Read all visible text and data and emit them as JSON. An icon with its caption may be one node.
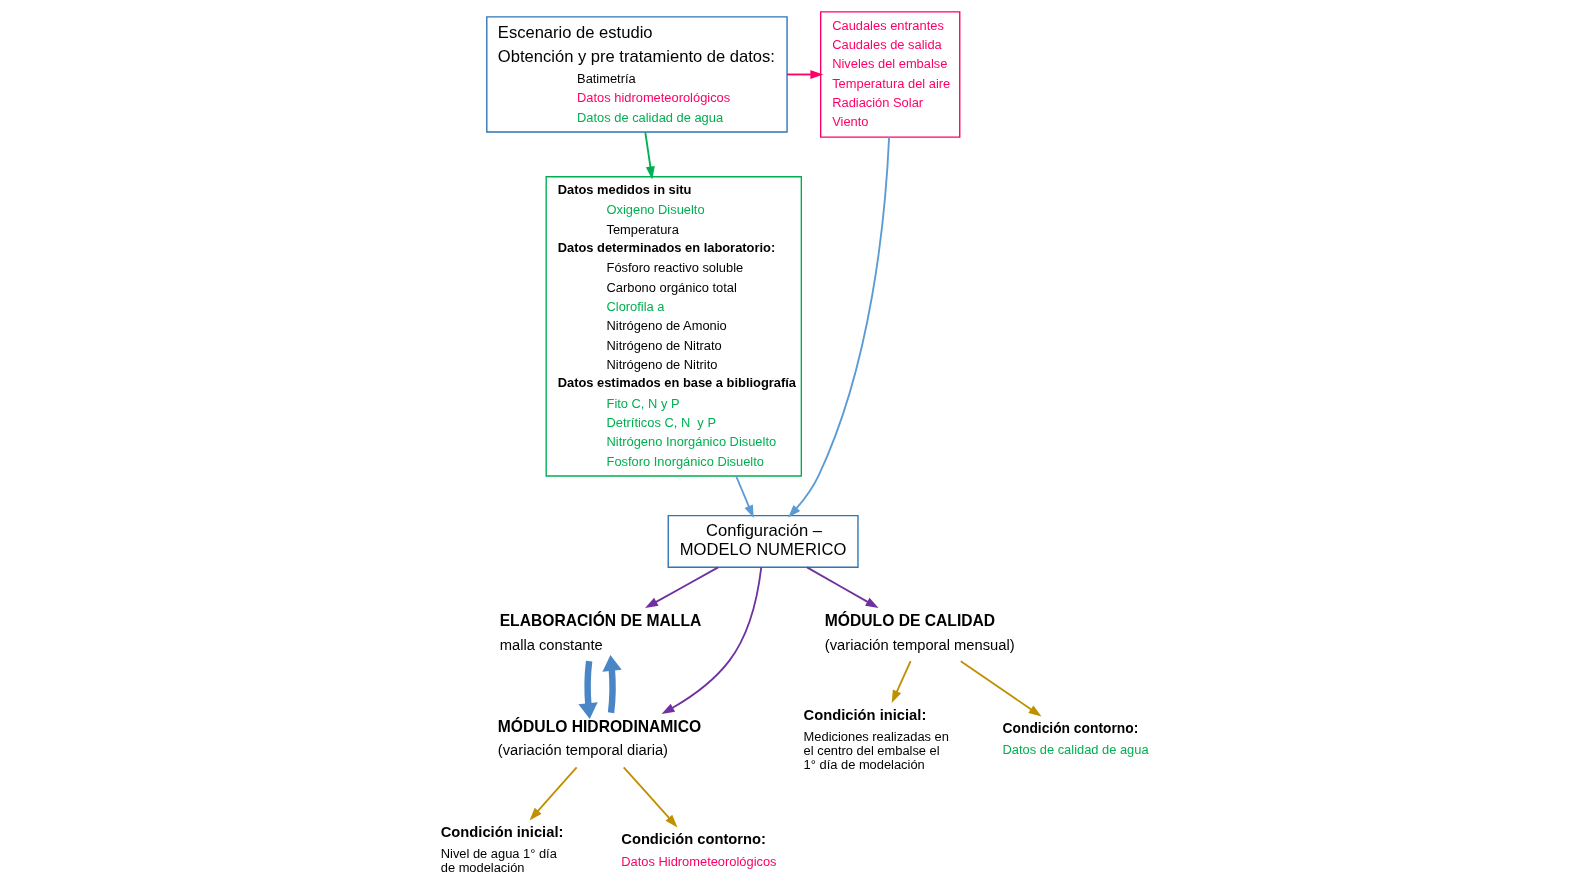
{
  "diagram": {
    "nodes": [
      {
        "text": [
          "Escenario de estudio",
          "Obtención y pre tratamiento de datos:",
          "Batimetría",
          "Datos hidrometeorológicos",
          "Datos de calidad de agua"
        ]
      },
      {
        "text": [
          "Caudales entrantes",
          "Caudales de salida",
          "Niveles del embalse",
          "Temperatura del aire",
          "Radiación Solar",
          "Viento"
        ]
      },
      {
        "text": [
          "Datos medidos in situ",
          "Oxigeno Disuelto",
          "Temperatura",
          "Datos determinados en laboratorio:",
          "Fósforo reactivo soluble",
          "Carbono orgánico total",
          "Clorofila a",
          "Nitrógeno de Amonio",
          "Nitrógeno de Nitrato",
          "Nitrógeno de Nitrito",
          "Datos estimados en base a bibliografía",
          "Fito C, N y P",
          "Detríticos C, N  y P",
          "Nitrógeno Inorgánico Disuelto",
          "Fosforo Inorgánico Disuelto"
        ]
      },
      {
        "text": [
          "Configuración – MODELO NUMERICO"
        ]
      },
      {
        "text": [
          "ELABORACIÓN DE MALLA",
          "malla constante"
        ]
      },
      {
        "text": [
          "MÓDULO HIDRODINAMICO",
          "(variación temporal diaria)"
        ]
      },
      {
        "text": [
          "MÓDULO DE CALIDAD",
          "(variación temporal mensual)"
        ]
      },
      {
        "text": [
          "Condición inicial:",
          "Mediciones realizadas en el centro del embalse el 1° día de modelación"
        ]
      },
      {
        "text": [
          "Condición contorno:",
          "Datos de calidad de agua"
        ]
      },
      {
        "text": [
          "Condición inicial:",
          "Nivel de agua 1° día de modelación"
        ]
      },
      {
        "text": [
          "Condición contorno:",
          "Datos Hidrometeorológicos"
        ]
      }
    ],
    "edges": [
      {
        "from": 0,
        "to": 1,
        "arrow": "to",
        "color": "#ff0066"
      },
      {
        "from": 0,
        "to": 2,
        "arrow": "to",
        "color": "#00b050"
      },
      {
        "from": 1,
        "to": 3,
        "arrow": "to",
        "color": "#5b9bd5"
      },
      {
        "from": 2,
        "to": 3,
        "arrow": "to",
        "color": "#5b9bd5"
      },
      {
        "from": 3,
        "to": 4,
        "arrow": "to",
        "color": "#7030a0"
      },
      {
        "from": 3,
        "to": 5,
        "arrow": "to",
        "color": "#7030a0"
      },
      {
        "from": 4,
        "to": 5,
        "arrow": "to",
        "style": "thick",
        "color": "#4a86c5"
      },
      {
        "from": 5,
        "to": 4,
        "arrow": "to",
        "style": "thick",
        "color": "#4a86c5"
      },
      {
        "from": 3,
        "to": 6,
        "arrow": "to",
        "color": "#7030a0"
      },
      {
        "from": 6,
        "to": 7,
        "arrow": "to",
        "color": "#bf9000"
      },
      {
        "from": 6,
        "to": 8,
        "arrow": "to",
        "color": "#bf9000"
      },
      {
        "from": 5,
        "to": 9,
        "arrow": "to",
        "color": "#bf9000"
      },
      {
        "from": 5,
        "to": 10,
        "arrow": "to",
        "color": "#bf9000"
      }
    ]
  }
}
